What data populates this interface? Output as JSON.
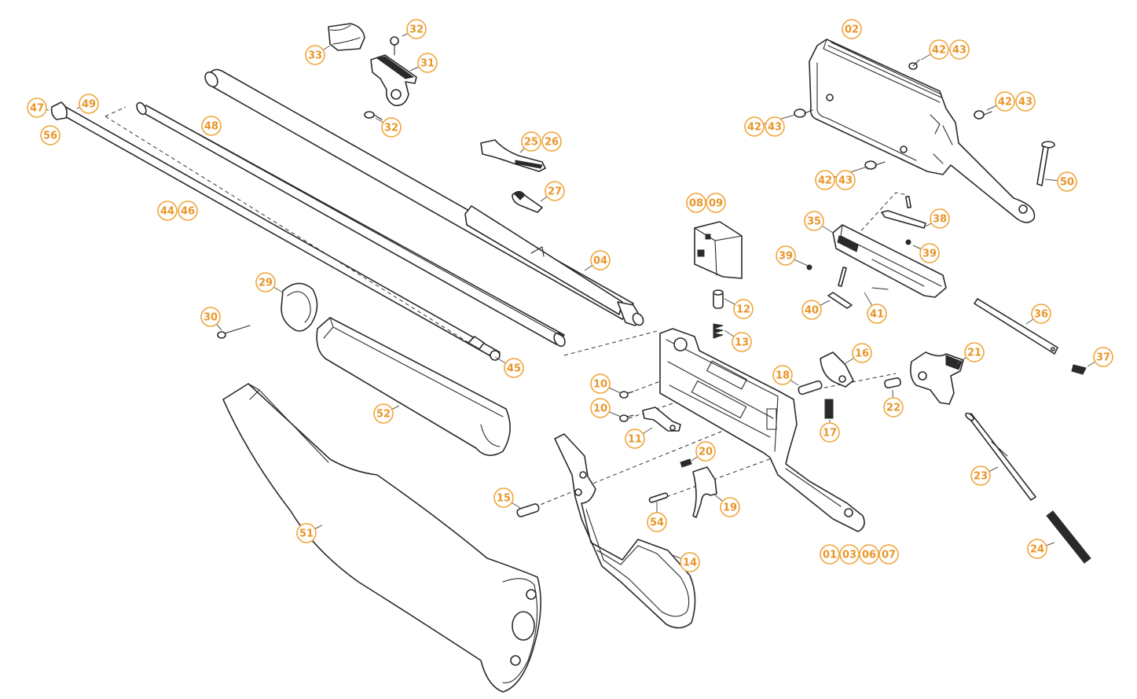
{
  "colors": {
    "callout": "#f0a53a",
    "callout_text": "#e8962a",
    "line": "#2a2a2a",
    "background": "#ffffff"
  },
  "callouts": [
    {
      "id": "c32a",
      "label": "32"
    },
    {
      "id": "c33",
      "label": "33"
    },
    {
      "id": "c31",
      "label": "31"
    },
    {
      "id": "c32b",
      "label": "32"
    },
    {
      "id": "c02",
      "label": "02"
    },
    {
      "id": "c42a",
      "label": "42"
    },
    {
      "id": "c43a",
      "label": "43"
    },
    {
      "id": "c42b",
      "label": "42"
    },
    {
      "id": "c43b",
      "label": "43"
    },
    {
      "id": "c42c",
      "label": "42"
    },
    {
      "id": "c43c",
      "label": "43"
    },
    {
      "id": "c42d",
      "label": "42"
    },
    {
      "id": "c43d",
      "label": "43"
    },
    {
      "id": "c50",
      "label": "50"
    },
    {
      "id": "c47",
      "label": "47"
    },
    {
      "id": "c49",
      "label": "49"
    },
    {
      "id": "c56",
      "label": "56"
    },
    {
      "id": "c48",
      "label": "48"
    },
    {
      "id": "c25",
      "label": "25"
    },
    {
      "id": "c26",
      "label": "26"
    },
    {
      "id": "c27",
      "label": "27"
    },
    {
      "id": "c44",
      "label": "44"
    },
    {
      "id": "c46",
      "label": "46"
    },
    {
      "id": "c08",
      "label": "08"
    },
    {
      "id": "c09",
      "label": "09"
    },
    {
      "id": "c35",
      "label": "35"
    },
    {
      "id": "c38",
      "label": "38"
    },
    {
      "id": "c39a",
      "label": "39"
    },
    {
      "id": "c39b",
      "label": "39"
    },
    {
      "id": "c04",
      "label": "04"
    },
    {
      "id": "c40",
      "label": "40"
    },
    {
      "id": "c41",
      "label": "41"
    },
    {
      "id": "c29",
      "label": "29"
    },
    {
      "id": "c12",
      "label": "12"
    },
    {
      "id": "c36",
      "label": "36"
    },
    {
      "id": "c30",
      "label": "30"
    },
    {
      "id": "c13",
      "label": "13"
    },
    {
      "id": "c21",
      "label": "21"
    },
    {
      "id": "c16",
      "label": "16"
    },
    {
      "id": "c37",
      "label": "37"
    },
    {
      "id": "c45",
      "label": "45"
    },
    {
      "id": "c18",
      "label": "18"
    },
    {
      "id": "c10a",
      "label": "10"
    },
    {
      "id": "c22",
      "label": "22"
    },
    {
      "id": "c10b",
      "label": "10"
    },
    {
      "id": "c52",
      "label": "52"
    },
    {
      "id": "c11",
      "label": "11"
    },
    {
      "id": "c17",
      "label": "17"
    },
    {
      "id": "c20",
      "label": "20"
    },
    {
      "id": "c23",
      "label": "23"
    },
    {
      "id": "c15",
      "label": "15"
    },
    {
      "id": "c19",
      "label": "19"
    },
    {
      "id": "c54",
      "label": "54"
    },
    {
      "id": "c51",
      "label": "51"
    },
    {
      "id": "c24",
      "label": "24"
    },
    {
      "id": "c01",
      "label": "01"
    },
    {
      "id": "c03",
      "label": "03"
    },
    {
      "id": "c06",
      "label": "06"
    },
    {
      "id": "c07",
      "label": "07"
    },
    {
      "id": "c14",
      "label": "14"
    }
  ]
}
